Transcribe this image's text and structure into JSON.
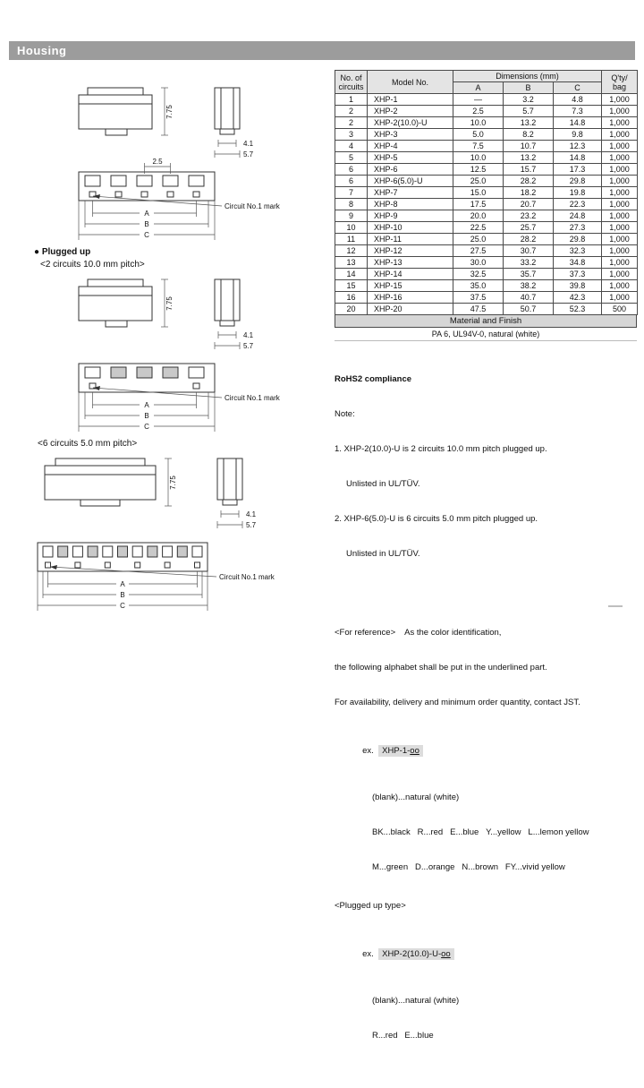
{
  "page": {
    "section_title": "Housing"
  },
  "drawings": {
    "dim_height": "7.75",
    "dim_width_inner": "4.1",
    "dim_width_outer": "5.7",
    "dim_pitch": "2.5",
    "circuit_mark_label": "Circuit No.1 mark",
    "dim_a": "A",
    "dim_b": "B",
    "dim_c": "C",
    "plugged_bullet": "●",
    "plugged_label": "Plugged up",
    "pitch2_label": "<2 circuits 10.0 mm pitch>",
    "pitch6_label": "<6 circuits 5.0 mm pitch>"
  },
  "table": {
    "headers": {
      "circuits_line1": "No. of",
      "circuits_line2": "circuits",
      "model": "Model No.",
      "dimensions": "Dimensions (mm)",
      "col_a": "A",
      "col_b": "B",
      "col_c": "C",
      "qty_line1": "Q'ty/",
      "qty_line2": "bag"
    },
    "rows": [
      [
        "1",
        "XHP-1",
        "—",
        "3.2",
        "4.8",
        "1,000"
      ],
      [
        "2",
        "XHP-2",
        "2.5",
        "5.7",
        "7.3",
        "1,000"
      ],
      [
        "2",
        "XHP-2(10.0)-U",
        "10.0",
        "13.2",
        "14.8",
        "1,000"
      ],
      [
        "3",
        "XHP-3",
        "5.0",
        "8.2",
        "9.8",
        "1,000"
      ],
      [
        "4",
        "XHP-4",
        "7.5",
        "10.7",
        "12.3",
        "1,000"
      ],
      [
        "5",
        "XHP-5",
        "10.0",
        "13.2",
        "14.8",
        "1,000"
      ],
      [
        "6",
        "XHP-6",
        "12.5",
        "15.7",
        "17.3",
        "1,000"
      ],
      [
        "6",
        "XHP-6(5.0)-U",
        "25.0",
        "28.2",
        "29.8",
        "1,000"
      ],
      [
        "7",
        "XHP-7",
        "15.0",
        "18.2",
        "19.8",
        "1,000"
      ],
      [
        "8",
        "XHP-8",
        "17.5",
        "20.7",
        "22.3",
        "1,000"
      ],
      [
        "9",
        "XHP-9",
        "20.0",
        "23.2",
        "24.8",
        "1,000"
      ],
      [
        "10",
        "XHP-10",
        "22.5",
        "25.7",
        "27.3",
        "1,000"
      ],
      [
        "11",
        "XHP-11",
        "25.0",
        "28.2",
        "29.8",
        "1,000"
      ],
      [
        "12",
        "XHP-12",
        "27.5",
        "30.7",
        "32.3",
        "1,000"
      ],
      [
        "13",
        "XHP-13",
        "30.0",
        "33.2",
        "34.8",
        "1,000"
      ],
      [
        "14",
        "XHP-14",
        "32.5",
        "35.7",
        "37.3",
        "1,000"
      ],
      [
        "15",
        "XHP-15",
        "35.0",
        "38.2",
        "39.8",
        "1,000"
      ],
      [
        "16",
        "XHP-16",
        "37.5",
        "40.7",
        "42.3",
        "1,000"
      ],
      [
        "20",
        "XHP-20",
        "47.5",
        "50.7",
        "52.3",
        "500"
      ]
    ],
    "material_header": "Material and Finish",
    "material_value": "PA 6, UL94V-0, natural (white)"
  },
  "notes": {
    "rohs": "RoHS2 compliance",
    "note_label": "Note:",
    "note1_line1": "1. XHP-2(10.0)-U is 2 circuits 10.0 mm pitch plugged up.",
    "note1_line2": "Unlisted in UL/TÜV.",
    "note2_line1": "2. XHP-6(5.0)-U is 6 circuits 5.0 mm pitch plugged up.",
    "note2_line2": "Unlisted in UL/TÜV.",
    "ref_line1": "<For reference>    As the color identification,",
    "ref_line2": "the following alphabet shall be put in the underlined part.",
    "ref_line3": "For availability, delivery and minimum order quantity, contact JST.",
    "ex1_label": "ex.",
    "ex1_code": "XHP-1-",
    "ex1_suffix": "oo",
    "ex1_blank": "(blank)...natural (white)",
    "ex1_colors1": "BK...black   R...red   E...blue   Y...yellow   L...lemon yellow",
    "ex1_colors2": "M...green   D...orange   N...brown   FY...vivid yellow",
    "plugged_type": "<Plugged up type>",
    "ex2_label": "ex.",
    "ex2_code": "XHP-2(10.0)-U-",
    "ex2_suffix": "oo",
    "ex2_blank": "(blank)...natural (white)",
    "ex2_colors": "R...red   E...blue"
  },
  "colors": {
    "section_bar_bg": "#9c9c9c",
    "table_header_bg": "#e4e4e4",
    "material_bar_bg": "#d6d6d6",
    "code_box_bg": "#dcdcdc"
  }
}
